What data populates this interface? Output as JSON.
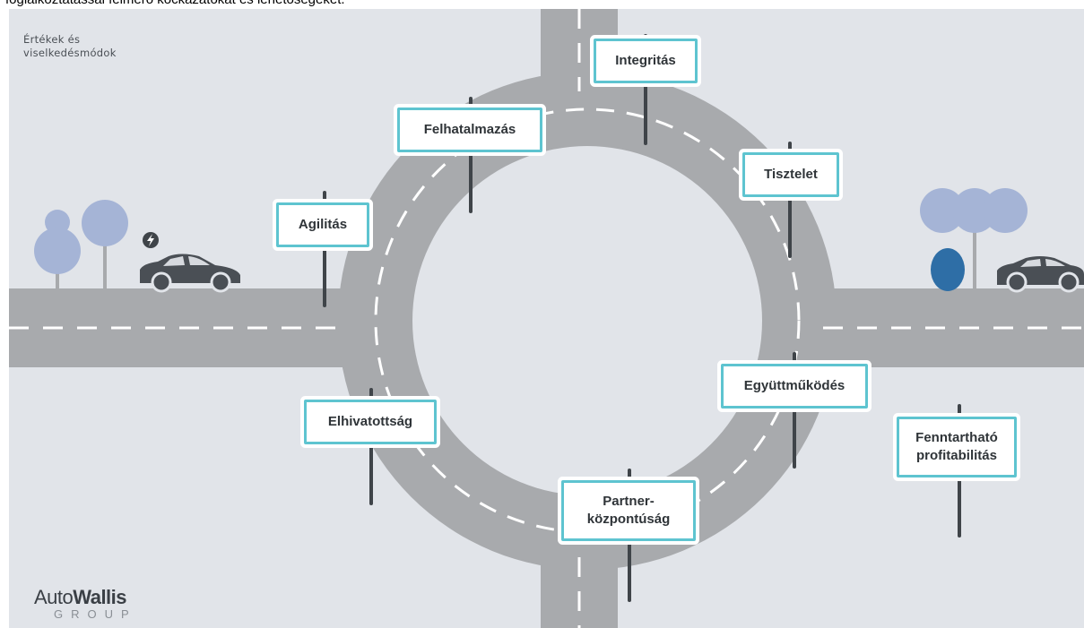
{
  "caption": "foglalkoztatással felmérő kockázatokat és lehetőségeket.",
  "corner_label": "Értékek és\nviselkedésmódok",
  "values": {
    "integritas": "Integritás",
    "felhatalmazas": "Felhatalmazás",
    "tisztelet": "Tisztelet",
    "agilitas": "Agilitás",
    "egyuttmukodes": "Együttműködés",
    "elhivatottsag": "Elhivatottság",
    "partnerkozpontusag": "Partner-\nközpontúság",
    "fenntarthato": "Fenntartható\nprofitabilitás"
  },
  "logo": {
    "auto": "Auto",
    "wallis": "Wallis",
    "group": "GROUP"
  },
  "colors": {
    "background": "#e1e4e9",
    "road": "#a8aaad",
    "lane_marking": "#ffffff",
    "sign_border": "#5ec4d0",
    "pole": "#3f4449",
    "tree_light": "#a5b4d6",
    "tree_dark": "#2e6ea6",
    "car": "#4a4f55"
  },
  "icons": [
    "electric-charge-icon"
  ]
}
